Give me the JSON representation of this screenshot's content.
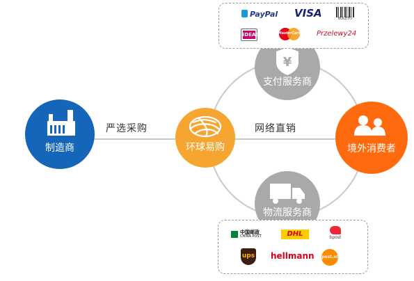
{
  "colors": {
    "manufacturer": "#1565b8",
    "platform": "#f7a531",
    "consumer": "#ff6a0e",
    "service": "#a9a9a9",
    "ring": "#c9c9c9",
    "connector": "#c9c9c9"
  },
  "nodes": {
    "manufacturer": {
      "label": "制造商",
      "icon": "factory-icon"
    },
    "platform": {
      "label": "环球易购",
      "icon": "globe-icon"
    },
    "consumer": {
      "label": "境外消费者",
      "icon": "people-icon"
    },
    "payment": {
      "label": "支付服务商",
      "icon": "yen-shield-icon"
    },
    "logistics": {
      "label": "物流服务商",
      "icon": "truck-icon"
    }
  },
  "edges": {
    "procurement": "严选采购",
    "direct_sales": "网络直销"
  },
  "payment_logos": {
    "paypal": "PayPal",
    "visa": "VISA",
    "boleto": "BOLETO",
    "ideal": "iDEAL",
    "mastercard": "MasterCard",
    "przelewy": "Przelewy24"
  },
  "logistics_logos": {
    "china_post_cn": "中国邮政",
    "china_post_en": "CHINA POST",
    "dhl": "DHL",
    "bpost": "bpost",
    "ups": "ups",
    "hellmann": "hellmann",
    "postnl": "post.nl"
  }
}
